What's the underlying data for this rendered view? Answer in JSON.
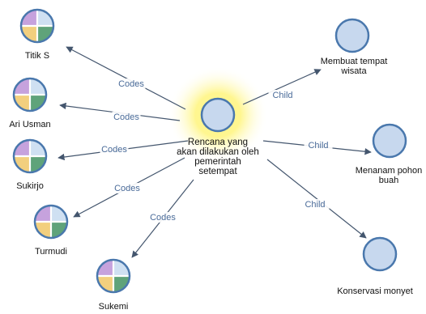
{
  "colors": {
    "node_fill": "#c7d8ee",
    "node_stroke": "#4a78ad",
    "edge": "#44566e",
    "edge_label": "#4a6b99",
    "glow": "#fff36a",
    "q_purple": "#c6a2dd",
    "q_lightblue": "#cfe0f2",
    "q_yellow": "#f2cf7e",
    "q_green": "#5fa37a"
  },
  "center": {
    "label_lines": [
      "Rencana yang",
      "akan dilakukan oleh",
      "pemerintah",
      "setempat"
    ]
  },
  "case_nodes": [
    {
      "id": "titik-s",
      "label_lines": [
        "Titik S"
      ],
      "edge_label": "Codes"
    },
    {
      "id": "ari-usman",
      "label_lines": [
        "Ari Usman"
      ],
      "edge_label": "Codes"
    },
    {
      "id": "sukirjo",
      "label_lines": [
        "Sukirjo"
      ],
      "edge_label": "Codes"
    },
    {
      "id": "turmudi",
      "label_lines": [
        "Turmudi"
      ],
      "edge_label": "Codes"
    },
    {
      "id": "sukemi",
      "label_lines": [
        "Sukemi"
      ],
      "edge_label": "Codes"
    }
  ],
  "child_nodes": [
    {
      "id": "membuat-tempat-wisata",
      "label_lines": [
        "Membuat tempat",
        "wisata"
      ],
      "edge_label": "Child"
    },
    {
      "id": "menanam-pohon-buah",
      "label_lines": [
        "Menanam pohon",
        "buah"
      ],
      "edge_label": "Child"
    },
    {
      "id": "konservasi-monyet",
      "label_lines": [
        "Konservasi monyet"
      ],
      "edge_label": "Child"
    }
  ]
}
